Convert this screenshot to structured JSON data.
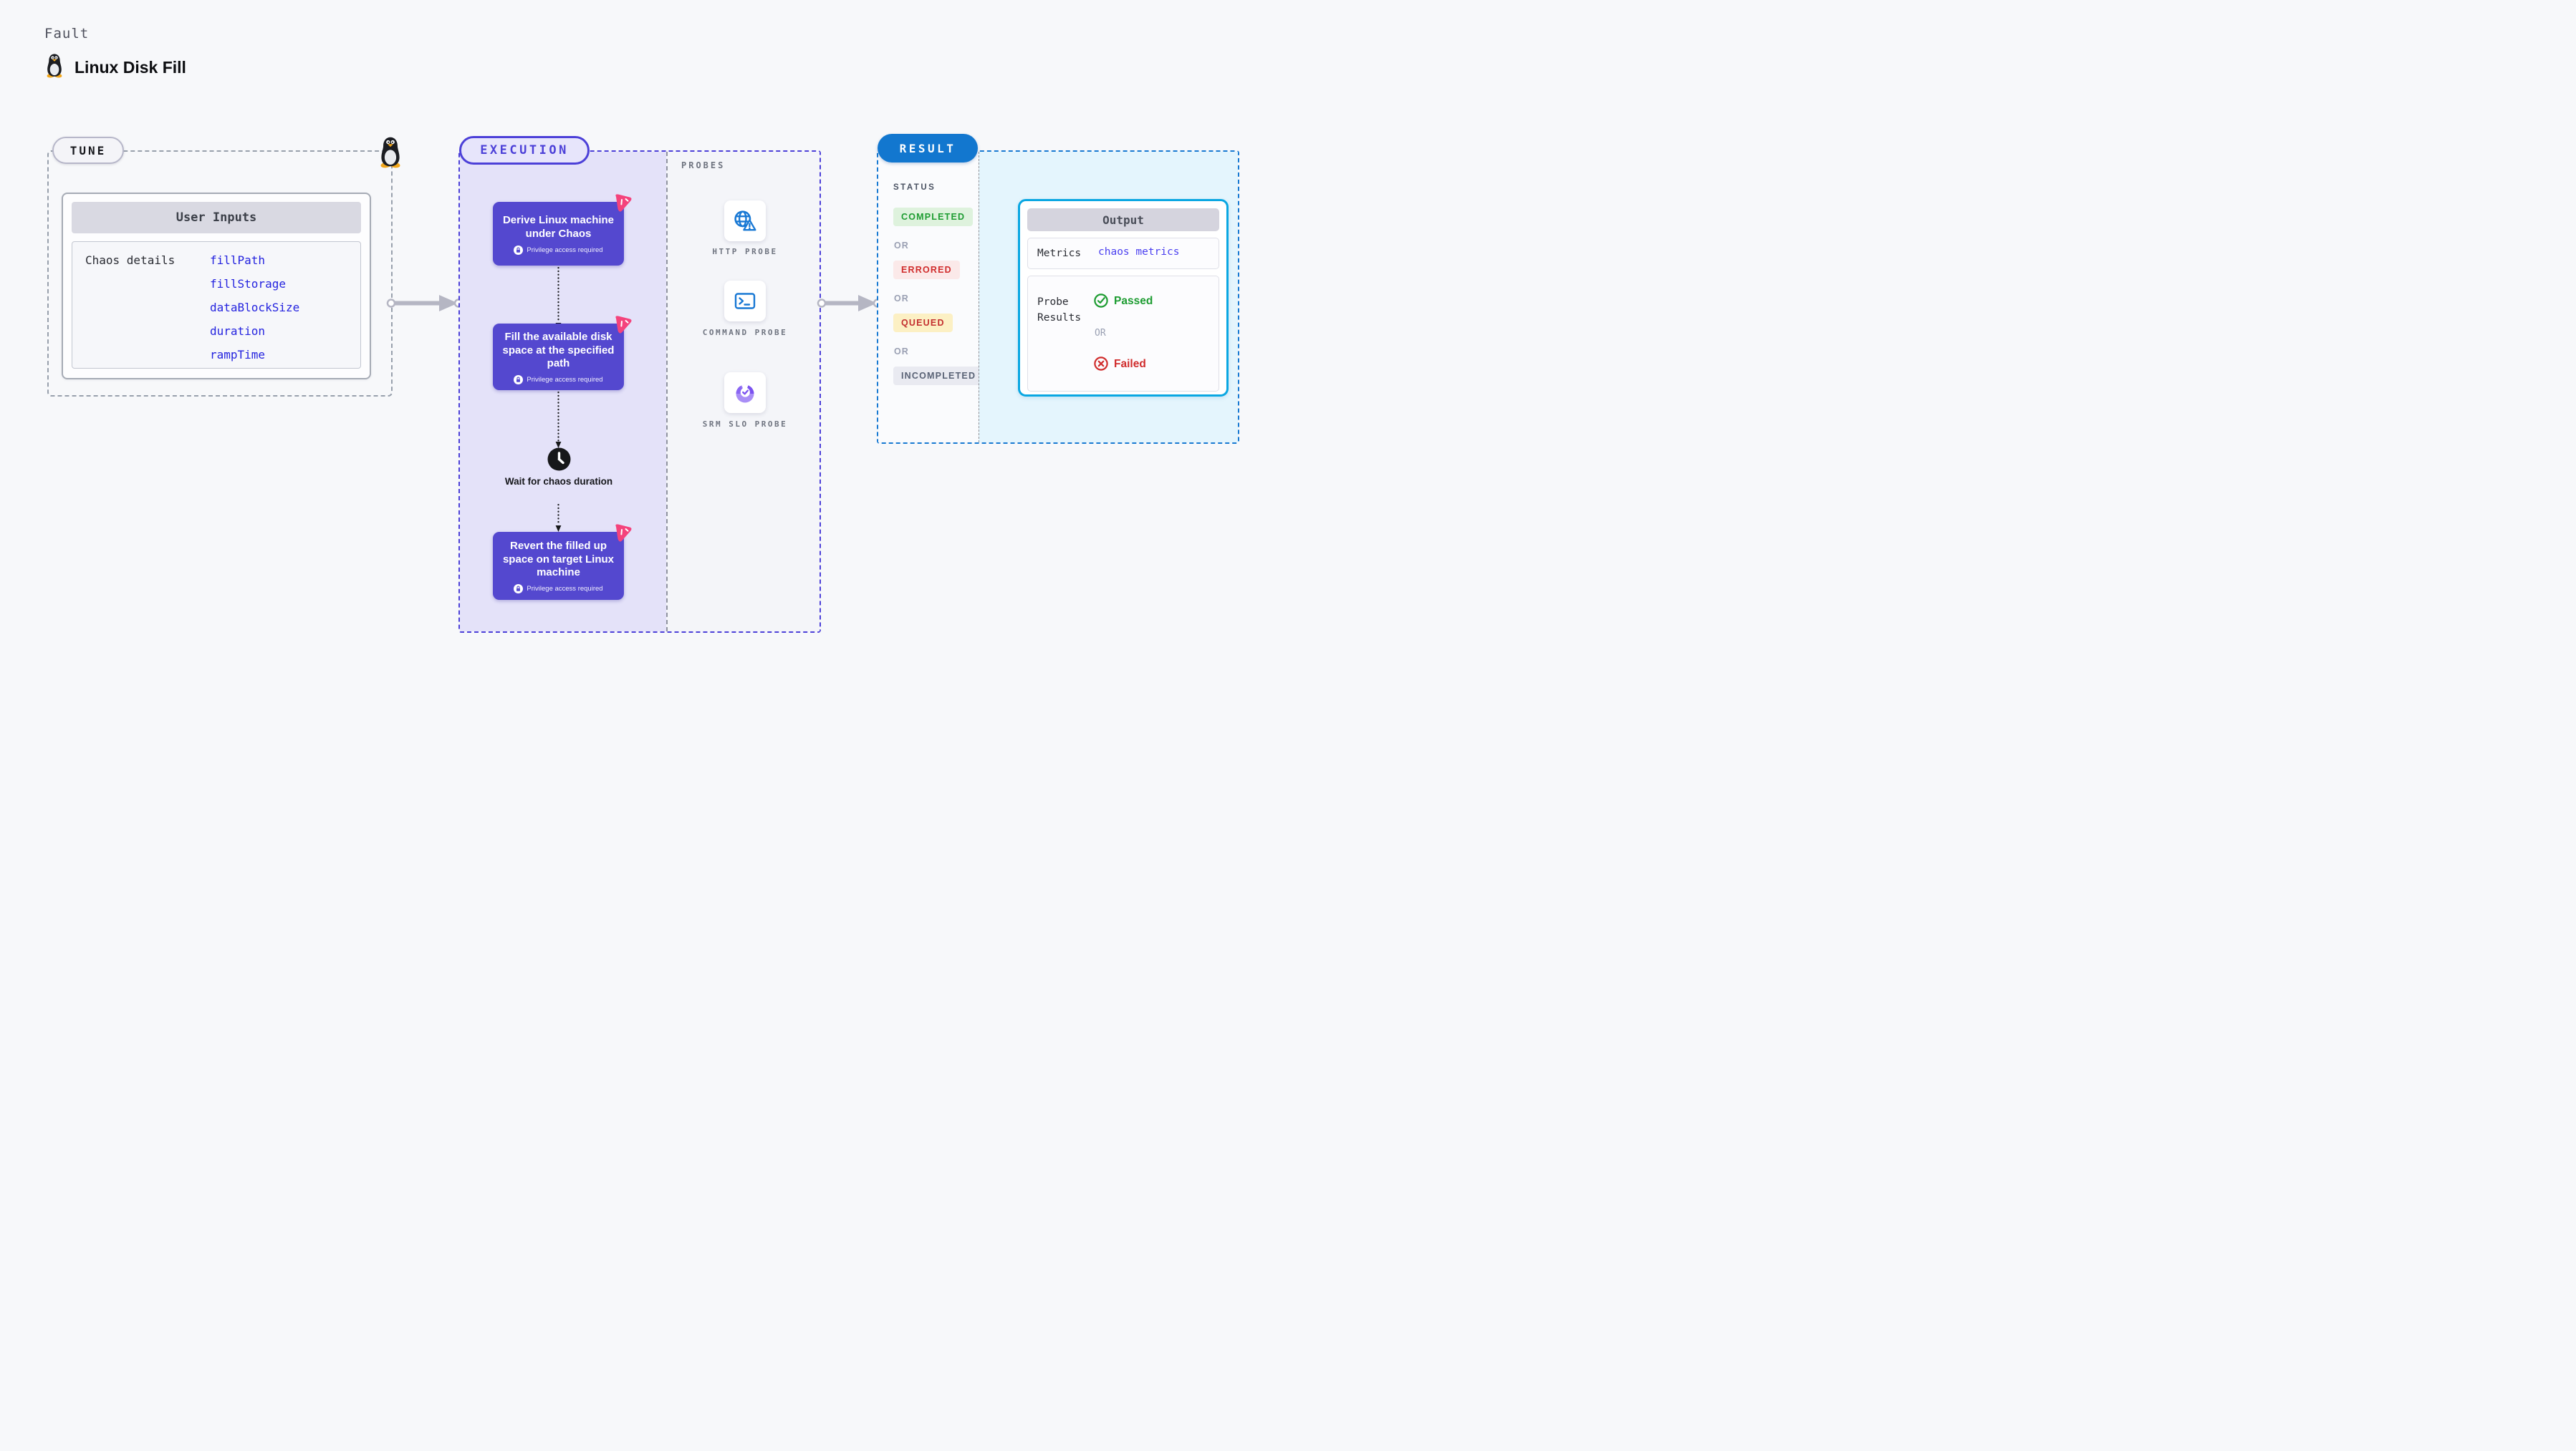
{
  "header": {
    "eyebrow": "Fault",
    "title": "Linux Disk Fill",
    "icon": "tux-penguin-icon"
  },
  "tune": {
    "label": "TUNE",
    "card": {
      "header": "User Inputs",
      "row_label": "Chaos details",
      "inputs": [
        "fillPath",
        "fillStorage",
        "dataBlockSize",
        "duration",
        "rampTime"
      ],
      "input_color": "#2423df"
    }
  },
  "execution": {
    "label": "EXECUTION",
    "accent_color": "#4c40d8",
    "node_color": "#5448cf",
    "steps": [
      {
        "title": "Derive Linux machine under Chaos",
        "badge": "Privilege access required",
        "icon": "chaos-experiment-badge-icon"
      },
      {
        "title": "Fill the available disk space at the specified path",
        "badge": "Privilege access required",
        "icon": "chaos-experiment-badge-icon"
      },
      {
        "title": "Revert the filled up space on target Linux machine",
        "badge": "Privilege access required",
        "icon": "chaos-experiment-badge-icon"
      }
    ],
    "wait_label": "Wait for chaos duration",
    "wait_icon": "clock-icon"
  },
  "probes": {
    "label": "PROBES",
    "items": [
      {
        "name": "HTTP PROBE",
        "icon": "globe-alert-icon"
      },
      {
        "name": "COMMAND PROBE",
        "icon": "terminal-icon"
      },
      {
        "name": "SRM SLO PROBE",
        "icon": "slo-donut-check-icon"
      }
    ],
    "icon_color": "#1878d4"
  },
  "result": {
    "label": "RESULT",
    "accent_color": "#1277cf",
    "status": {
      "label": "STATUS",
      "or_label": "OR",
      "badges": [
        {
          "text": "COMPLETED",
          "fg": "#1d9c31",
          "bg": "#def2dd"
        },
        {
          "text": "ERRORED",
          "fg": "#d02c2c",
          "bg": "#fbe9e9"
        },
        {
          "text": "QUEUED",
          "fg": "#c32f2f",
          "bg": "#fcf0c4"
        },
        {
          "text": "INCOMPLETED",
          "fg": "#596275",
          "bg": "#e9eaf1"
        }
      ]
    },
    "output": {
      "header": "Output",
      "metrics_label": "Metrics",
      "metrics_value": "chaos metrics",
      "probe_label": "Probe Results",
      "passed_label": "Passed",
      "or_label": "OR",
      "failed_label": "Failed",
      "passed_color": "#1d9c31",
      "failed_color": "#d02c2c",
      "card_border_color": "#0aa7e2"
    }
  }
}
